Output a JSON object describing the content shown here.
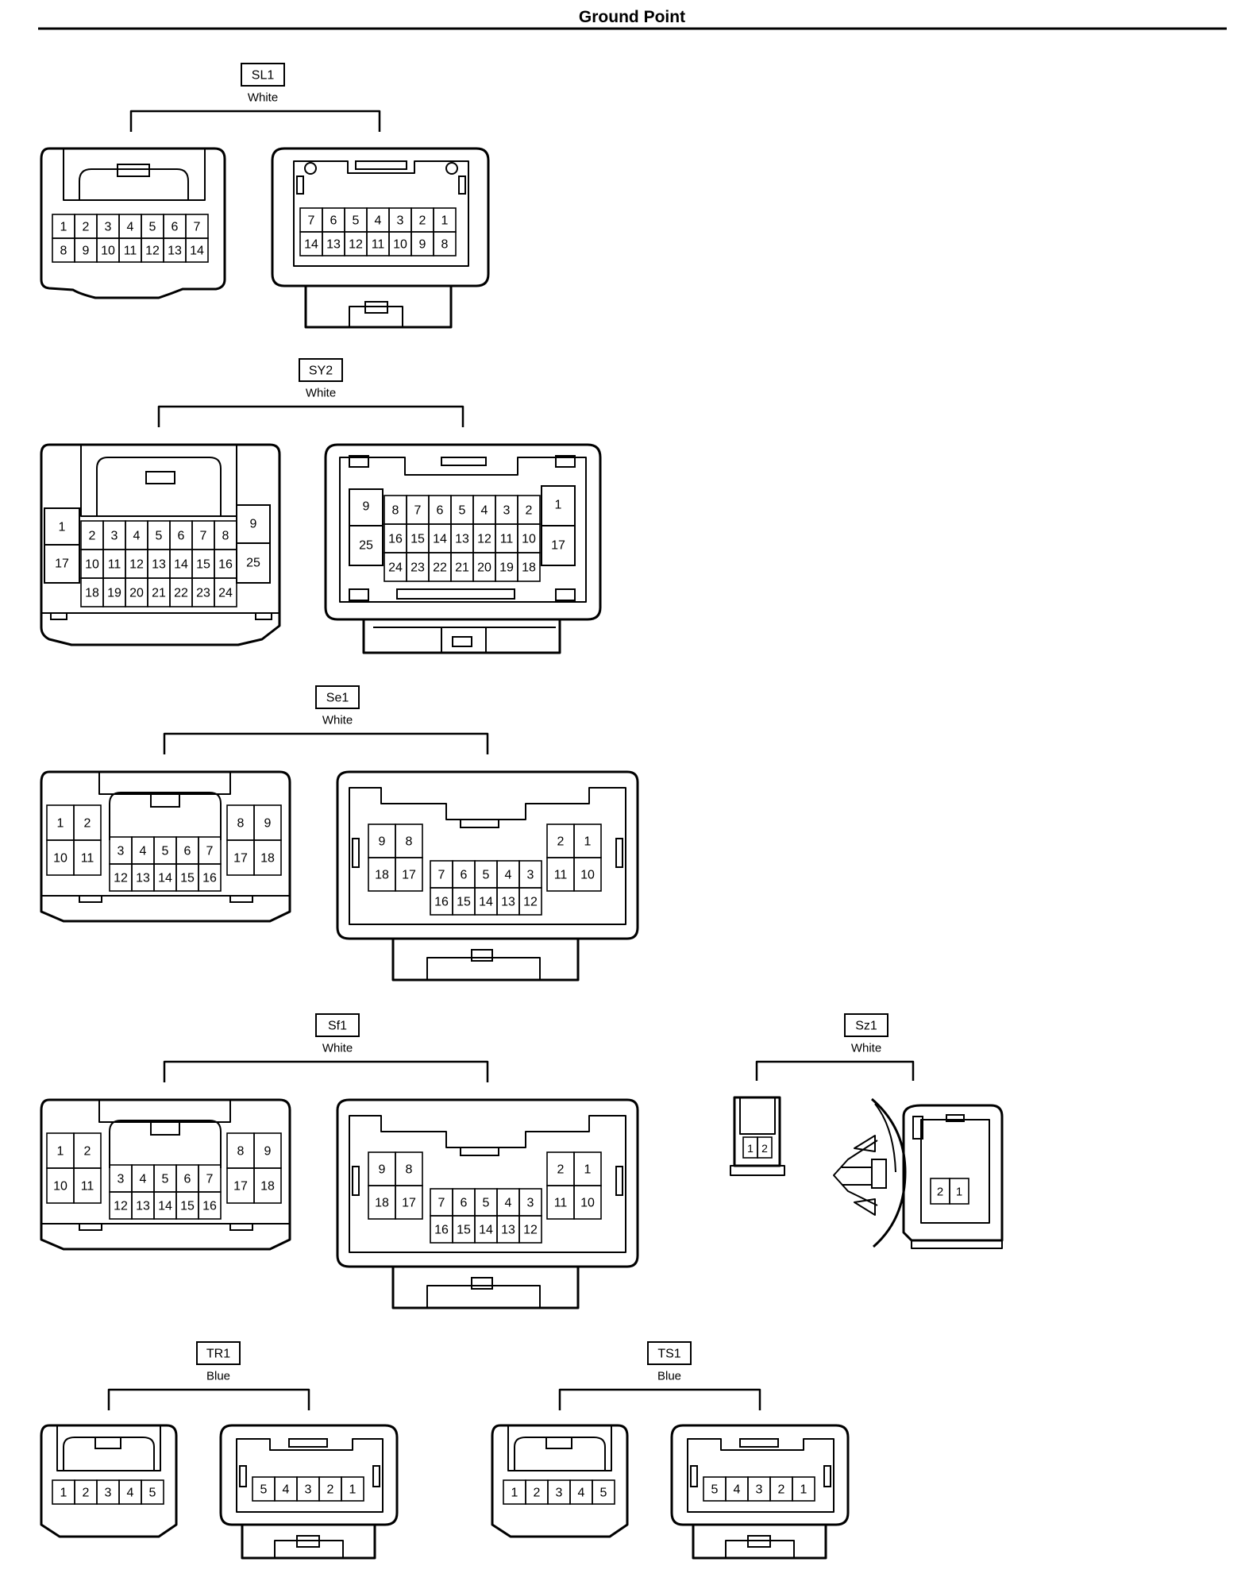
{
  "page": {
    "title": "Ground Point"
  },
  "connectors": [
    {
      "id": "SL1",
      "color": "White",
      "left_rows": [
        [
          "1",
          "2",
          "3",
          "4",
          "5",
          "6",
          "7"
        ],
        [
          "8",
          "9",
          "10",
          "11",
          "12",
          "13",
          "14"
        ]
      ],
      "right_rows": [
        [
          "7",
          "6",
          "5",
          "4",
          "3",
          "2",
          "1"
        ],
        [
          "14",
          "13",
          "12",
          "11",
          "10",
          "9",
          "8"
        ]
      ]
    },
    {
      "id": "SY2",
      "color": "White",
      "left_side_a": [
        "1",
        "17"
      ],
      "left_rows": [
        [
          "2",
          "3",
          "4",
          "5",
          "6",
          "7",
          "8"
        ],
        [
          "10",
          "11",
          "12",
          "13",
          "14",
          "15",
          "16"
        ],
        [
          "18",
          "19",
          "20",
          "21",
          "22",
          "23",
          "24"
        ]
      ],
      "left_side_b": [
        "9",
        "25"
      ],
      "right_side_a": [
        "9",
        "25"
      ],
      "right_rows": [
        [
          "8",
          "7",
          "6",
          "5",
          "4",
          "3",
          "2"
        ],
        [
          "16",
          "15",
          "14",
          "13",
          "12",
          "11",
          "10"
        ],
        [
          "24",
          "23",
          "22",
          "21",
          "20",
          "19",
          "18"
        ]
      ],
      "right_side_b": [
        "1",
        "17"
      ]
    },
    {
      "id": "Se1",
      "color": "White",
      "left_block_a": [
        [
          "1",
          "2"
        ],
        [
          "10",
          "11"
        ]
      ],
      "left_center": [
        [
          "3",
          "4",
          "5",
          "6",
          "7"
        ],
        [
          "12",
          "13",
          "14",
          "15",
          "16"
        ]
      ],
      "left_block_b": [
        [
          "8",
          "9"
        ],
        [
          "17",
          "18"
        ]
      ],
      "right_block_a": [
        [
          "9",
          "8"
        ],
        [
          "18",
          "17"
        ]
      ],
      "right_center": [
        [
          "7",
          "6",
          "5",
          "4",
          "3"
        ],
        [
          "16",
          "15",
          "14",
          "13",
          "12"
        ]
      ],
      "right_block_b": [
        [
          "2",
          "1"
        ],
        [
          "11",
          "10"
        ]
      ]
    },
    {
      "id": "Sf1",
      "color": "White",
      "left_block_a": [
        [
          "1",
          "2"
        ],
        [
          "10",
          "11"
        ]
      ],
      "left_center": [
        [
          "3",
          "4",
          "5",
          "6",
          "7"
        ],
        [
          "12",
          "13",
          "14",
          "15",
          "16"
        ]
      ],
      "left_block_b": [
        [
          "8",
          "9"
        ],
        [
          "17",
          "18"
        ]
      ],
      "right_block_a": [
        [
          "9",
          "8"
        ],
        [
          "18",
          "17"
        ]
      ],
      "right_center": [
        [
          "7",
          "6",
          "5",
          "4",
          "3"
        ],
        [
          "16",
          "15",
          "14",
          "13",
          "12"
        ]
      ],
      "right_block_b": [
        [
          "2",
          "1"
        ],
        [
          "11",
          "10"
        ]
      ]
    },
    {
      "id": "Sz1",
      "color": "White",
      "left_pins": [
        "1",
        "2"
      ],
      "right_pins": [
        "2",
        "1"
      ]
    },
    {
      "id": "TR1",
      "color": "Blue",
      "left_pins": [
        "1",
        "2",
        "3",
        "4",
        "5"
      ],
      "right_pins": [
        "5",
        "4",
        "3",
        "2",
        "1"
      ]
    },
    {
      "id": "TS1",
      "color": "Blue",
      "left_pins": [
        "1",
        "2",
        "3",
        "4",
        "5"
      ],
      "right_pins": [
        "5",
        "4",
        "3",
        "2",
        "1"
      ]
    }
  ]
}
